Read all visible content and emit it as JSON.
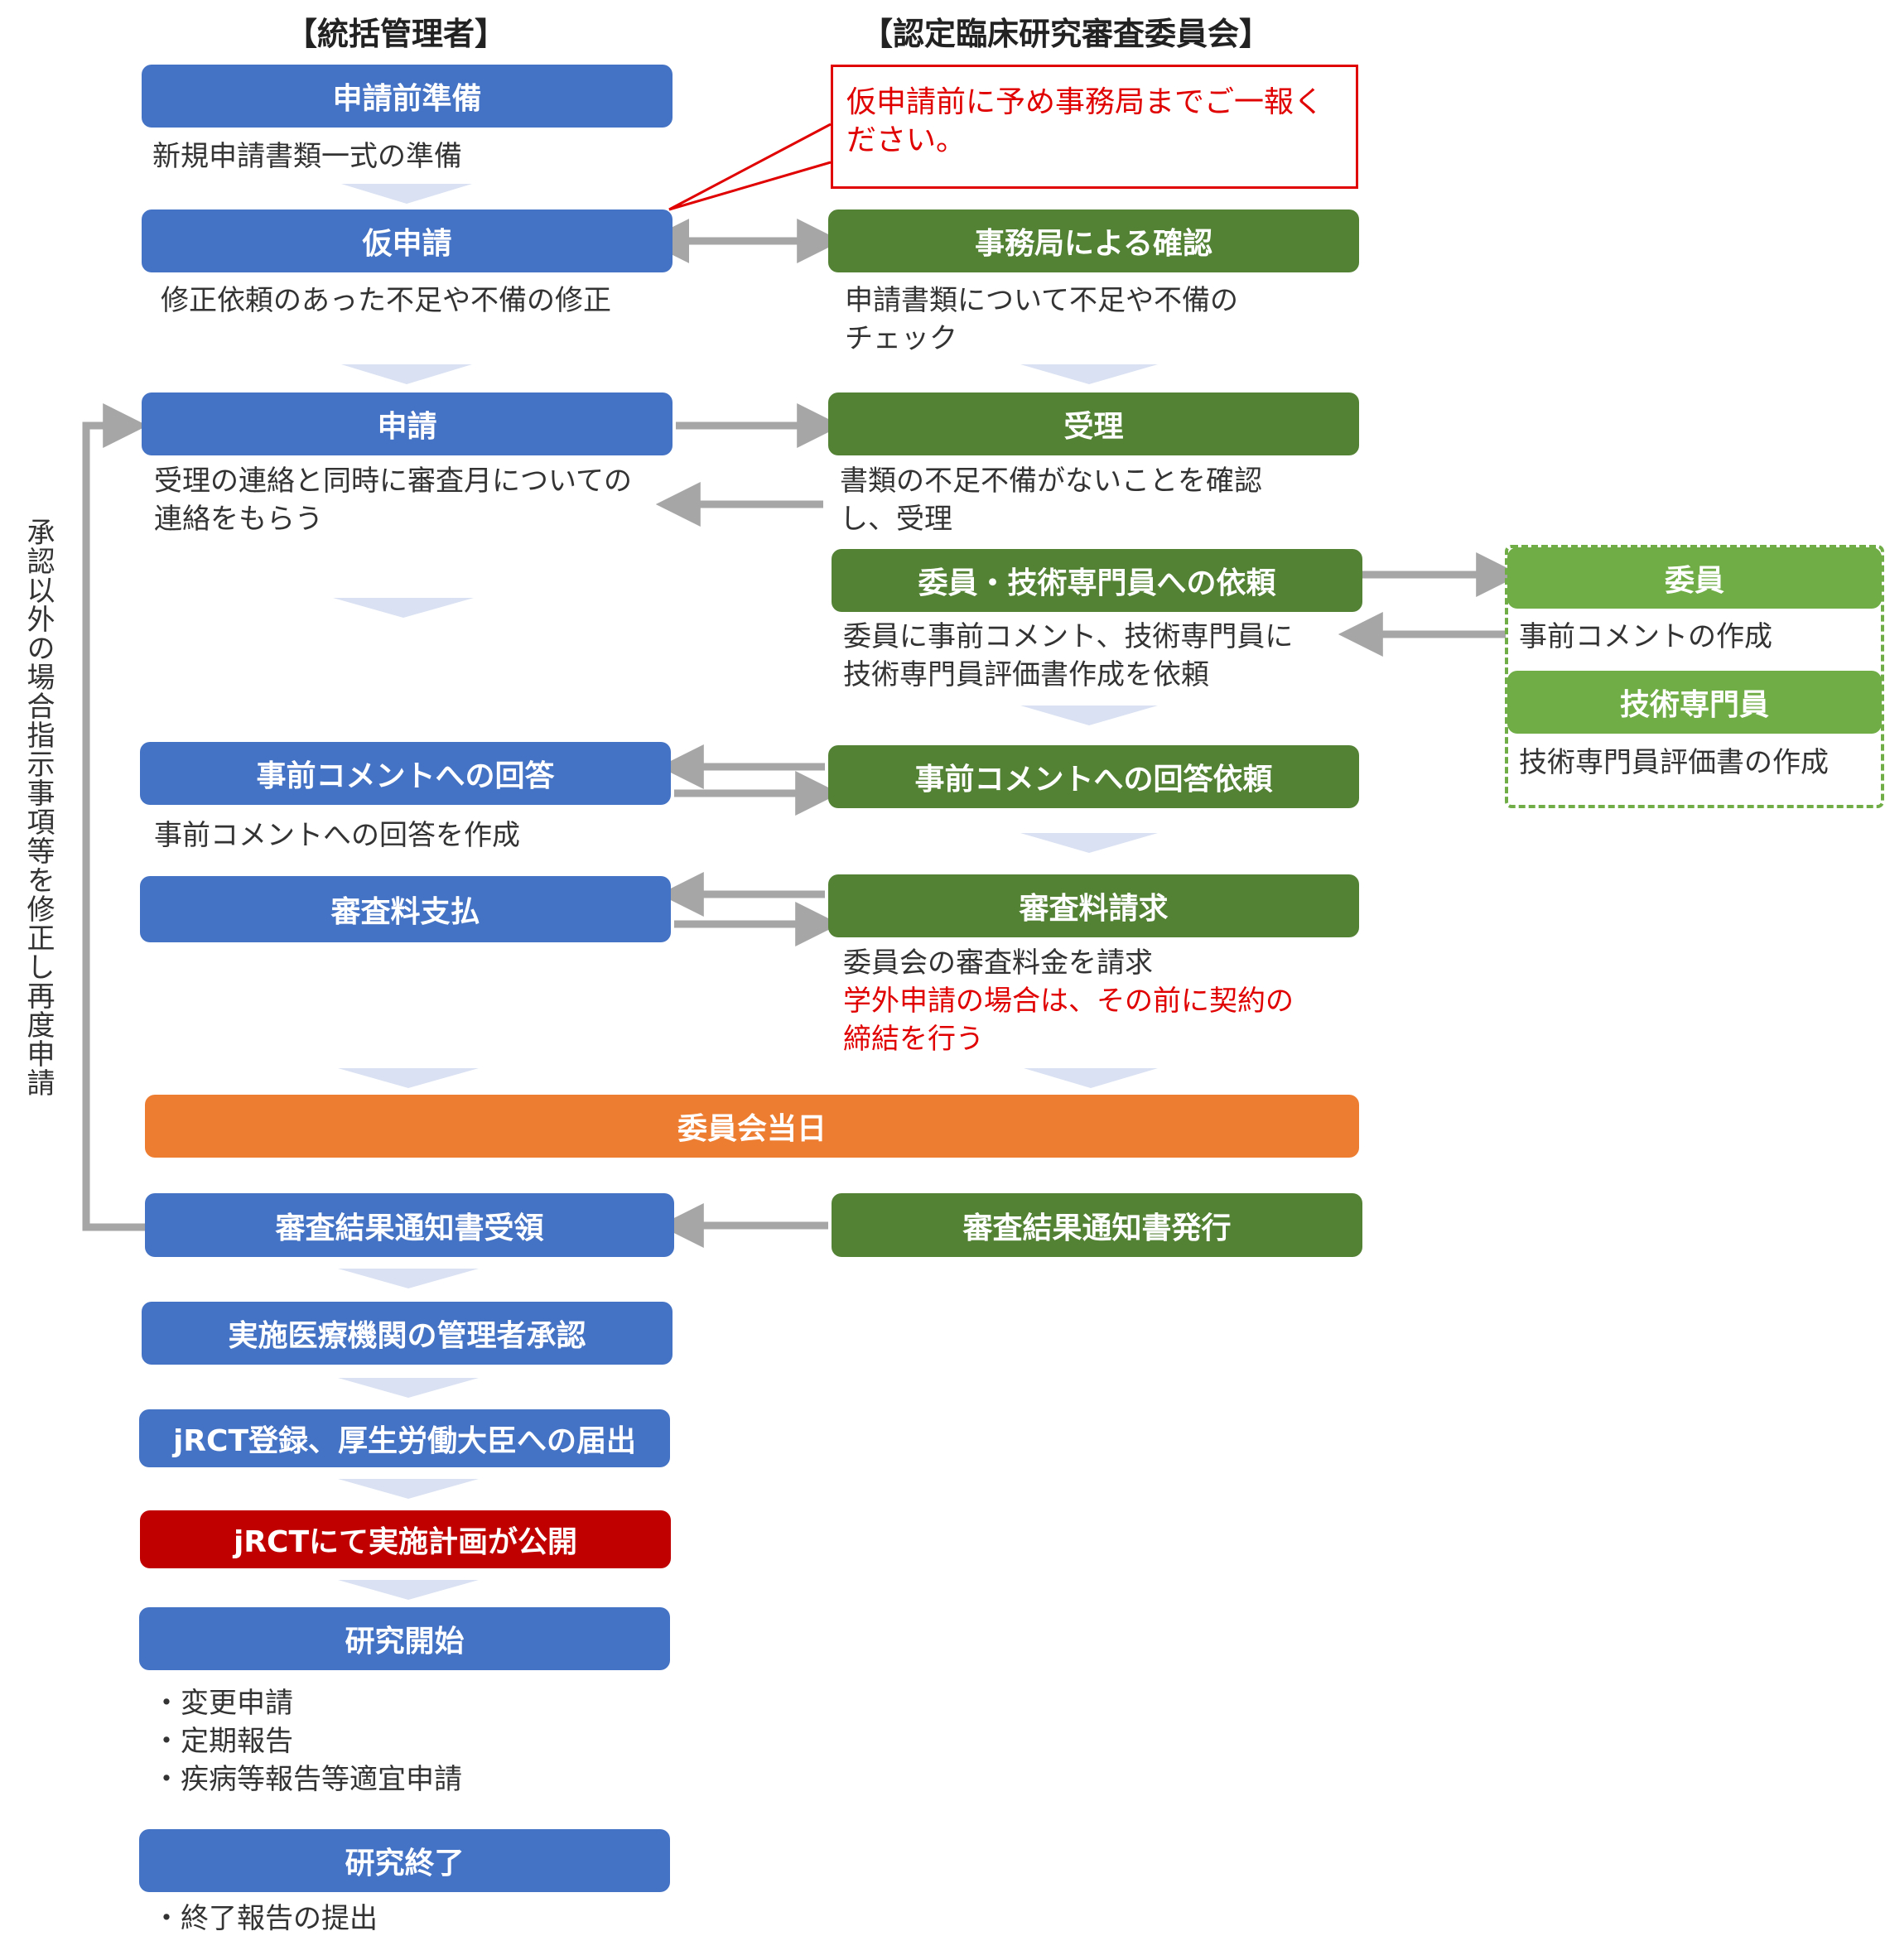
{
  "headers": {
    "left": "【統括管理者】",
    "right": "【認定臨床研究審査委員会】"
  },
  "side_label": "承認以外の場合指示事項等を修正し再度申請",
  "callout": "仮申請前に予め事務局までご一報ください。",
  "left": {
    "prep": {
      "title": "申請前準備",
      "desc": "新規申請書類一式の準備"
    },
    "temp_apply": {
      "title": "仮申請",
      "desc": "修正依頼のあった不足や不備の修正"
    },
    "apply": {
      "title": "申請",
      "desc_line1": "受理の連絡と同時に審査月についての",
      "desc_line2": "連絡をもらう"
    },
    "comment_answer": {
      "title": "事前コメントへの回答",
      "desc": "事前コメントへの回答を作成"
    },
    "fee_pay": {
      "title": "審査料支払"
    },
    "result_receive": {
      "title": "審査結果通知書受領"
    },
    "admin_approve": {
      "title": "実施医療機関の管理者承認"
    },
    "jrct_register": {
      "title": "jRCT登録、厚生労働大臣への届出"
    },
    "jrct_publish": {
      "title": "jRCTにて実施計画が公開"
    },
    "study_start": {
      "title": "研究開始",
      "items": [
        "・変更申請",
        "・定期報告",
        "・疾病等報告等適宜申請"
      ]
    },
    "study_end": {
      "title": "研究終了",
      "items": [
        "・終了報告の提出"
      ]
    }
  },
  "right": {
    "office_check": {
      "title": "事務局による確認",
      "desc_line1": "申請書類について不足や不備の",
      "desc_line2": "チェック"
    },
    "accept": {
      "title": "受理",
      "desc_line1": "書類の不足不備がないことを確認",
      "desc_line2": "し、受理"
    },
    "request": {
      "title": "委員・技術専門員への依頼",
      "desc_line1": "委員に事前コメント、技術専門員に",
      "desc_line2": "技術専門員評価書作成を依頼"
    },
    "comment_request": {
      "title": "事前コメントへの回答依頼"
    },
    "fee_bill": {
      "title": "審査料請求",
      "desc": "委員会の審査料金を請求",
      "note_line1": "学外申請の場合は、その前に契約の",
      "note_line2": "締結を行う"
    },
    "result_issue": {
      "title": "審査結果通知書発行"
    }
  },
  "side_panel": {
    "member": {
      "title": "委員",
      "desc": "事前コメントの作成"
    },
    "expert": {
      "title": "技術専門員",
      "desc": "技術専門員評価書の作成"
    }
  },
  "meeting_day": "委員会当日",
  "colors": {
    "blue": "#4472c4",
    "green": "#548235",
    "light_green": "#70ad47",
    "orange": "#ed7d31",
    "dark_red": "#c00000",
    "callout_red": "#e00000",
    "arrow_gray": "#a6a6a6",
    "chevron": "#d9e1f2"
  }
}
